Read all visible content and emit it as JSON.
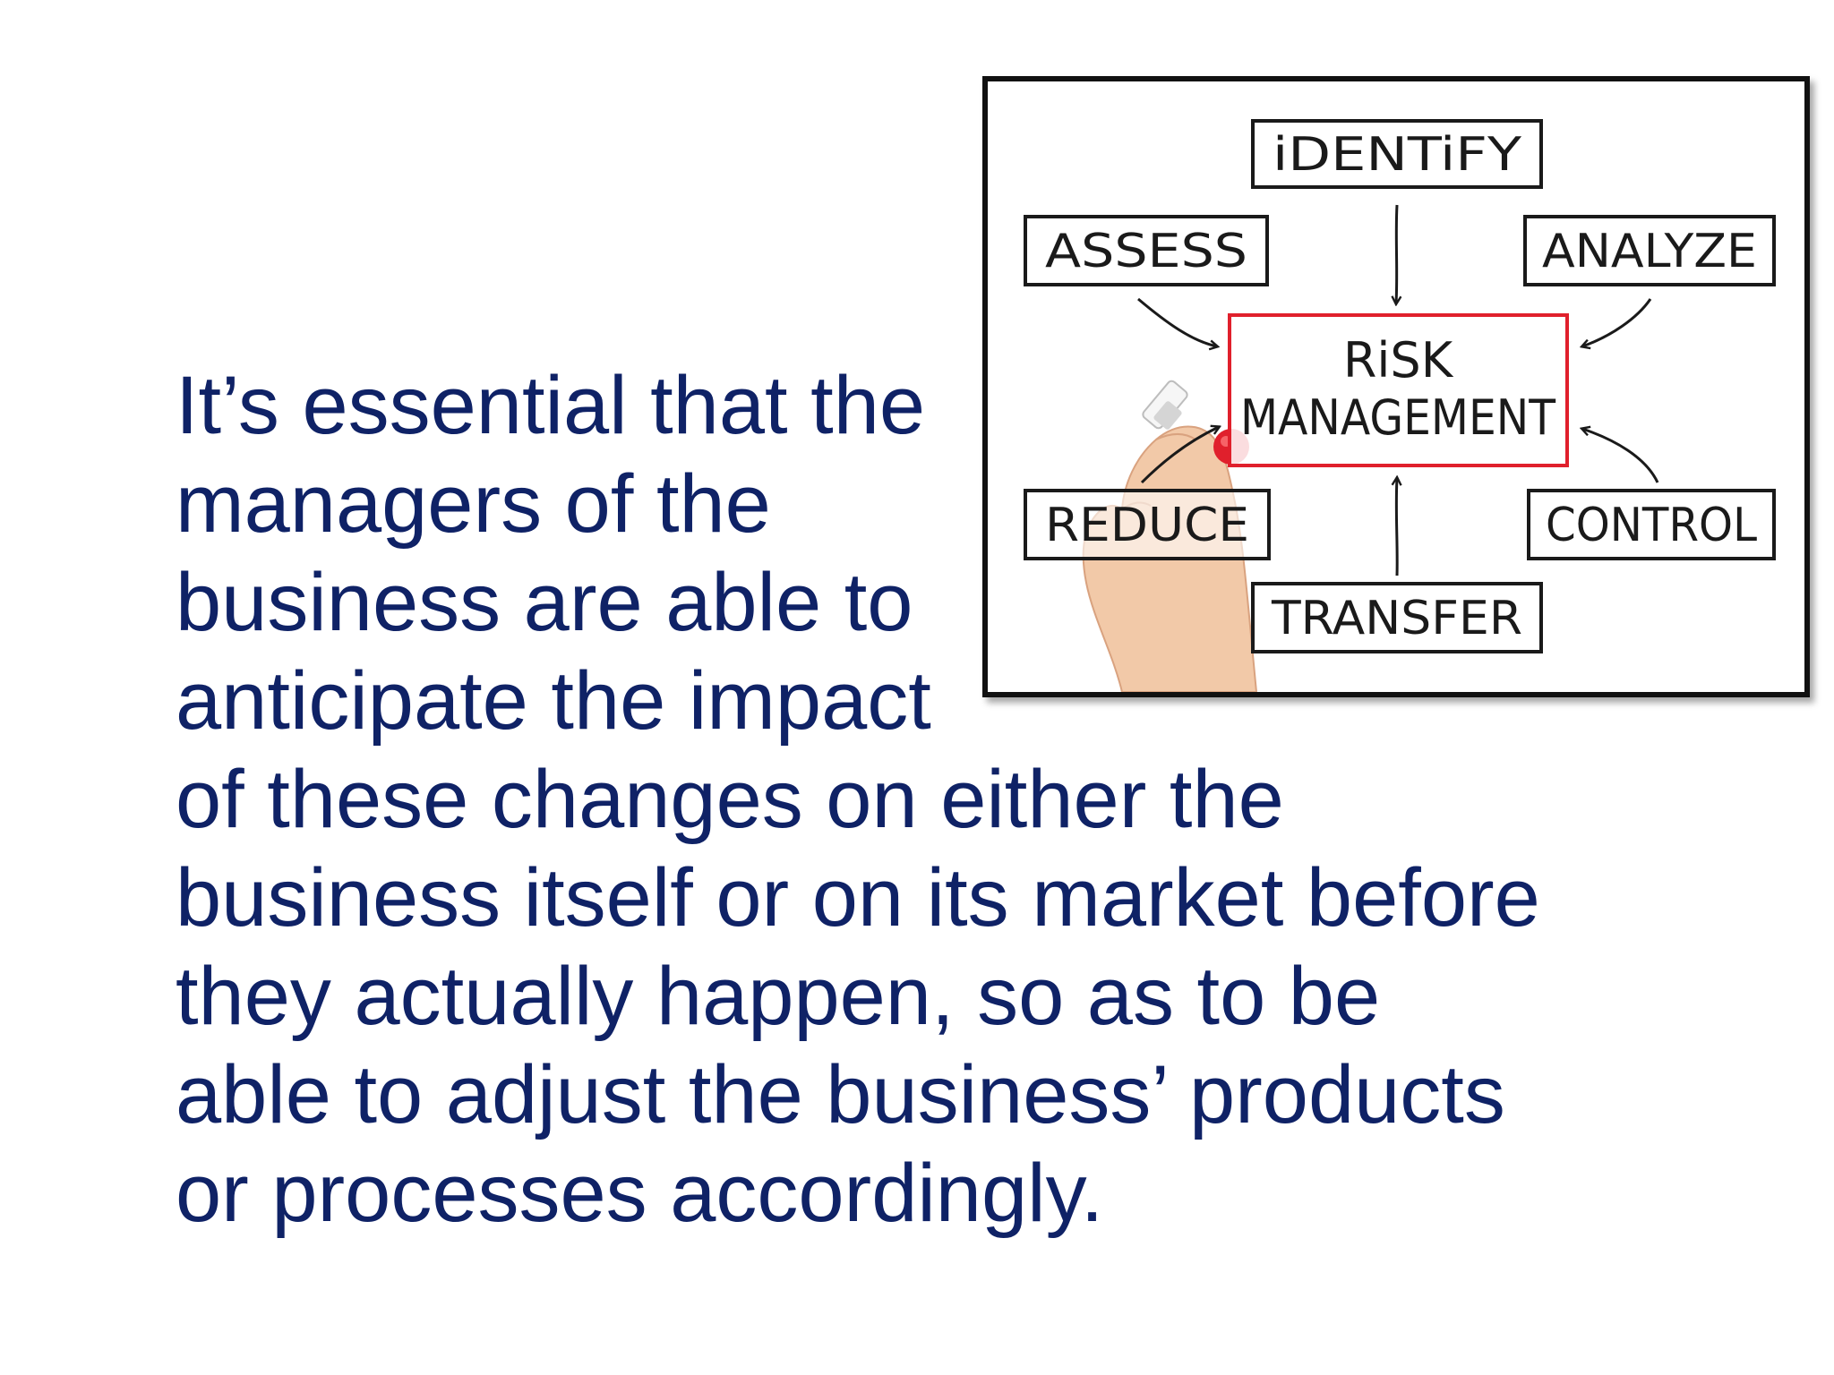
{
  "paragraph": {
    "lines": [
      "It’s essential that the",
      "managers of the",
      "business are able to",
      "anticipate the impact",
      "of these changes on either the",
      "business itself or on its market before",
      "they actually happen, so as to be",
      "able to adjust the business’ products",
      "or processes accordingly."
    ]
  },
  "figure": {
    "center_line1": "RiSK",
    "center_line2": "MANAGEMENT",
    "boxes": {
      "identify": "iDENTiFY",
      "assess": "ASSESS",
      "analyze": "ANALYZE",
      "reduce": "REDUCE",
      "control": "CONTROL",
      "transfer": "TRANSFER"
    },
    "center_border_color": "#e0202c",
    "marker_color": "#e0202c"
  },
  "colors": {
    "text": "#0f2266",
    "background": "#ffffff"
  }
}
